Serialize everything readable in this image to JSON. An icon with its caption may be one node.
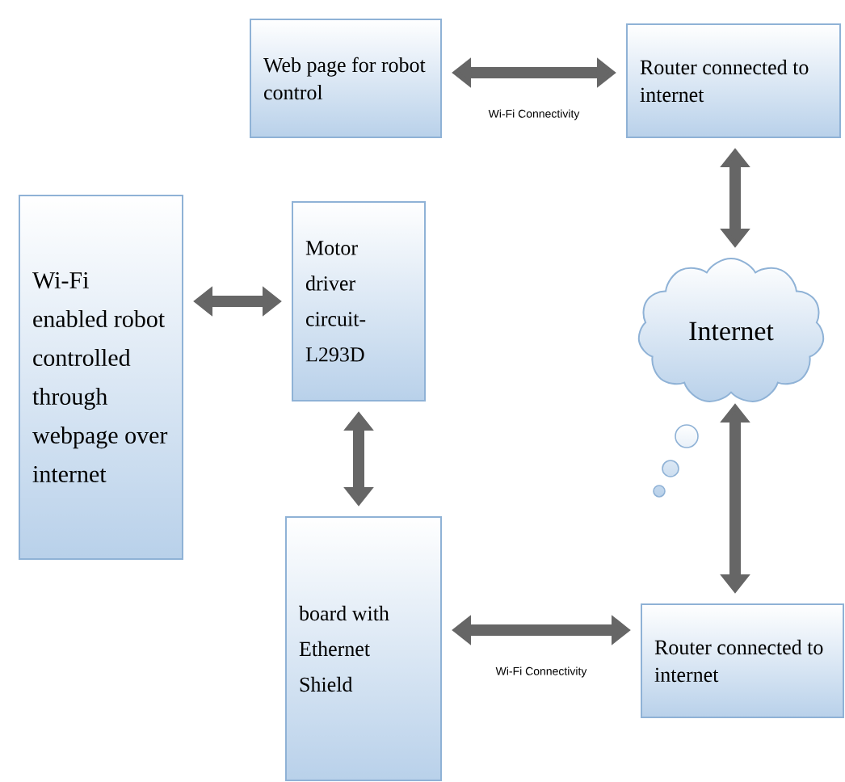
{
  "diagram": {
    "nodes": [
      {
        "text": [
          "Web page for robot control"
        ]
      },
      {
        "text": [
          "Router connected to internet"
        ]
      },
      {
        "text": [
          "Wi-Fi enabled robot controlled through webpage over internet"
        ]
      },
      {
        "text": [
          "Motor driver circuit- L293D"
        ]
      },
      {
        "text": [
          "Internet"
        ]
      },
      {
        "text": [
          "board with Ethernet Shield"
        ]
      },
      {
        "text": [
          "Router connected to internet"
        ]
      }
    ],
    "edges": [
      {
        "from": 0,
        "to": 1,
        "arrow": "both",
        "label": "Wi-Fi Connectivity"
      },
      {
        "from": 1,
        "to": 4,
        "arrow": "both"
      },
      {
        "from": 2,
        "to": 3,
        "arrow": "both"
      },
      {
        "from": 3,
        "to": 5,
        "arrow": "both"
      },
      {
        "from": 5,
        "to": 6,
        "arrow": "both",
        "label": "Wi-Fi Connectivity"
      },
      {
        "from": 6,
        "to": 4,
        "arrow": "both"
      }
    ]
  }
}
